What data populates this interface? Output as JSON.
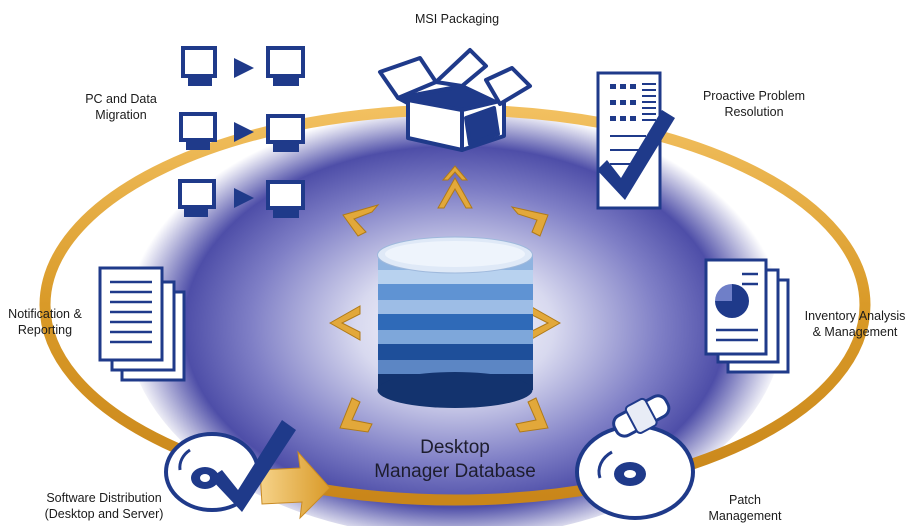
{
  "center": {
    "line1": "Desktop",
    "line2": "Manager Database"
  },
  "labels": {
    "msi": "MSI Packaging",
    "pc_migration": [
      "PC and Data",
      "Migration"
    ],
    "proactive": [
      "Proactive Problem",
      "Resolution"
    ],
    "notification": [
      "Notification &",
      "Reporting"
    ],
    "inventory": [
      "Inventory Analysis",
      "& Management"
    ],
    "software": [
      "Software Distribution",
      "(Desktop and Server)"
    ],
    "patch": [
      "Patch",
      "Management"
    ]
  },
  "colors": {
    "ring": "#e0a030",
    "navy": "#1f3a8a",
    "glow": "#5a5ab8",
    "arrow": "#d9a23a"
  }
}
